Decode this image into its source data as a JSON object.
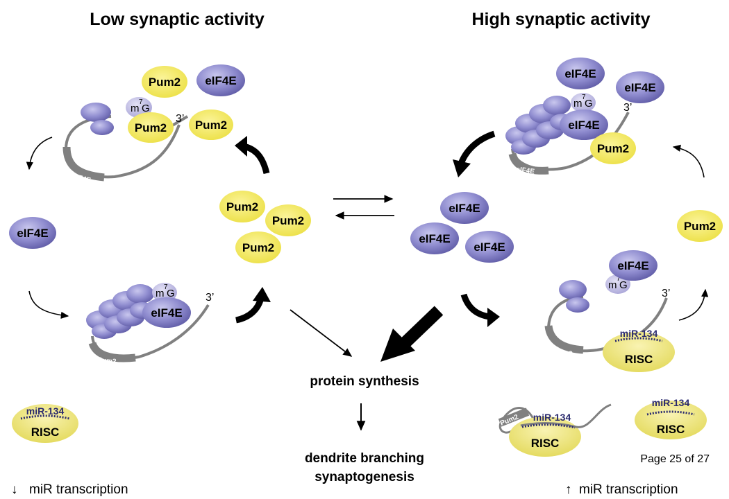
{
  "titles": {
    "low": "Low synaptic activity",
    "high": "High synaptic activity"
  },
  "labels": {
    "pum2": "Pum2",
    "eif4e": "eIF4E",
    "cap_m": "m",
    "cap_7": "7",
    "cap_g": "G",
    "three_prime": "3’",
    "seg_eif4e": "eIF4E",
    "seg_pum2": "Pum2",
    "mir": "miR-134",
    "risc": "RISC"
  },
  "center": {
    "protein_synthesis": "protein synthesis",
    "dendrite_branching": "dendrite branching",
    "synaptogenesis": "synaptogenesis"
  },
  "footer": {
    "left_arrow": "↓",
    "left_text": "miR transcription",
    "right_arrow": "↑",
    "right_text": "miR transcription",
    "page": "Page 25 of 27"
  },
  "colors": {
    "pum2": "#f7ec56",
    "eif4e": "#8f8ccf",
    "cap": "#c6c2e6",
    "risc": "#f0e77a",
    "mrna": "#808080",
    "mir": "#2a2a6e"
  }
}
